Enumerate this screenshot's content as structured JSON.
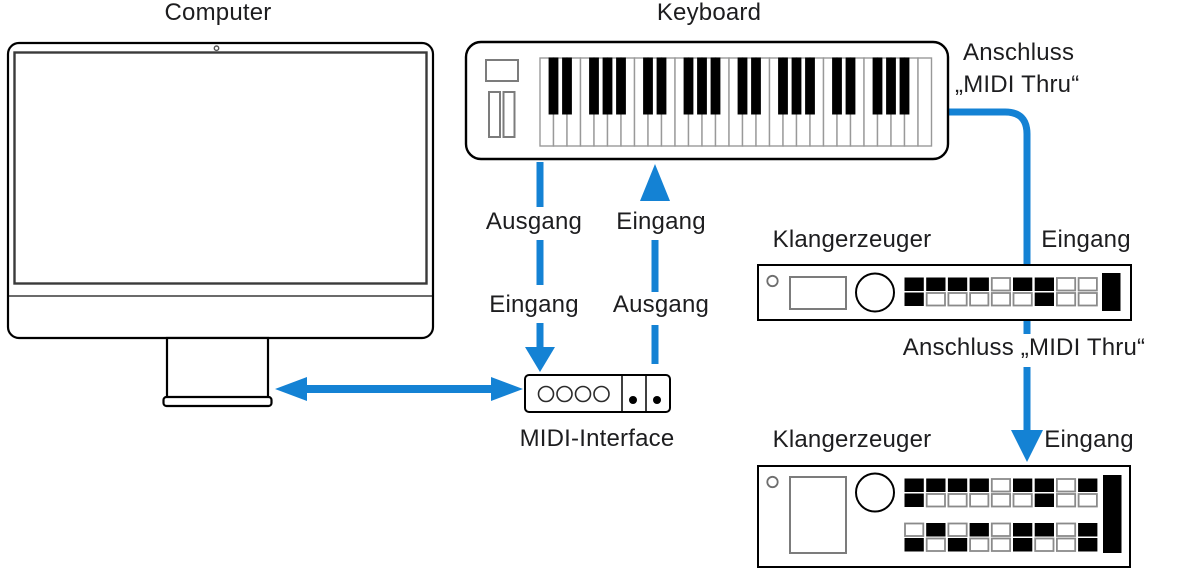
{
  "labels": {
    "computer": "Computer",
    "keyboard": "Keyboard",
    "anschluss_top_line1": "Anschluss",
    "anschluss_top_line2": "„MIDI Thru“",
    "keyboard_out": "Ausgang",
    "keyboard_in": "Eingang",
    "interface_in": "Eingang",
    "interface_out": "Ausgang",
    "midi_interface": "MIDI-Interface",
    "sound_module_1": "Klangerzeuger",
    "module_1_input": "Eingang",
    "midi_thru_mid": "Anschluss „MIDI Thru“",
    "sound_module_2": "Klangerzeuger",
    "module_2_input": "Eingang"
  },
  "colors": {
    "connection_blue": "#1482D4",
    "outline_black": "#000000",
    "text": "#1d1d1f",
    "detail_gray": "#7c7c7c"
  },
  "figures": {
    "keyboard": {
      "white_keys": 29,
      "octaves": 4,
      "black_key_octave_positions": [
        1,
        2,
        4,
        5,
        6
      ]
    },
    "module_1_button_rows": [
      [
        1,
        1,
        1,
        1,
        0,
        1,
        1,
        0,
        0
      ],
      [
        1,
        0,
        0,
        0,
        0,
        0,
        1,
        0,
        0
      ]
    ],
    "module_2_button_rows": [
      [
        1,
        1,
        1,
        1,
        0,
        1,
        1,
        0,
        1
      ],
      [
        1,
        0,
        0,
        0,
        0,
        0,
        1,
        0,
        0
      ],
      [
        0,
        1,
        0,
        1,
        0,
        1,
        1,
        0,
        1
      ],
      [
        1,
        0,
        1,
        0,
        0,
        1,
        0,
        0,
        1
      ]
    ]
  }
}
